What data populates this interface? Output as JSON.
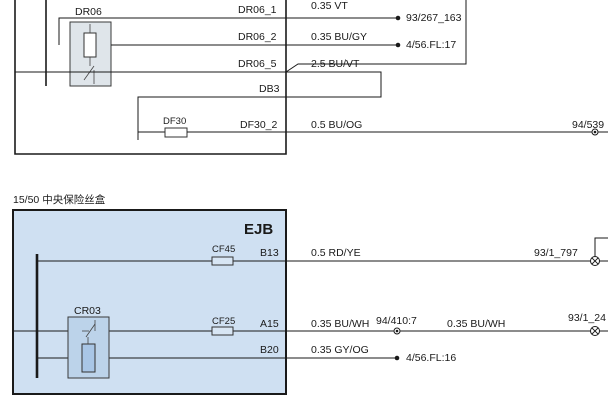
{
  "upper": {
    "relay_label": "DR06",
    "pins": {
      "p1": "DR06_1",
      "p2": "DR06_2",
      "p5": "DR06_5",
      "db": "DB3",
      "df": "DF30_2"
    },
    "fuse_label": "DF30",
    "wires": {
      "w1": "0.35 VT",
      "w2": "0.35 BU/GY",
      "w3": "2.5 BU/VT",
      "w4": "0.5 BU/OG"
    },
    "connectors": {
      "c1": "93/267_163",
      "c2": "4/56.FL:17",
      "c3": "94/539"
    }
  },
  "lower": {
    "title": "15/50 中央保险丝盒",
    "box_label": "EJB",
    "relay_label": "CR03",
    "fuses": {
      "f1": "CF45",
      "f2": "CF25"
    },
    "pins": {
      "b13": "B13",
      "a15": "A15",
      "b20": "B20"
    },
    "wires": {
      "w1": "0.5 RD/YE",
      "w2": "0.35 BU/WH",
      "w3": "0.35 BU/WH",
      "w4": "0.35 GY/OG"
    },
    "connectors": {
      "c1": "93/1_797",
      "c2": "94/410:7",
      "c3": "93/1_24",
      "c4": "4/56.FL:16"
    }
  }
}
